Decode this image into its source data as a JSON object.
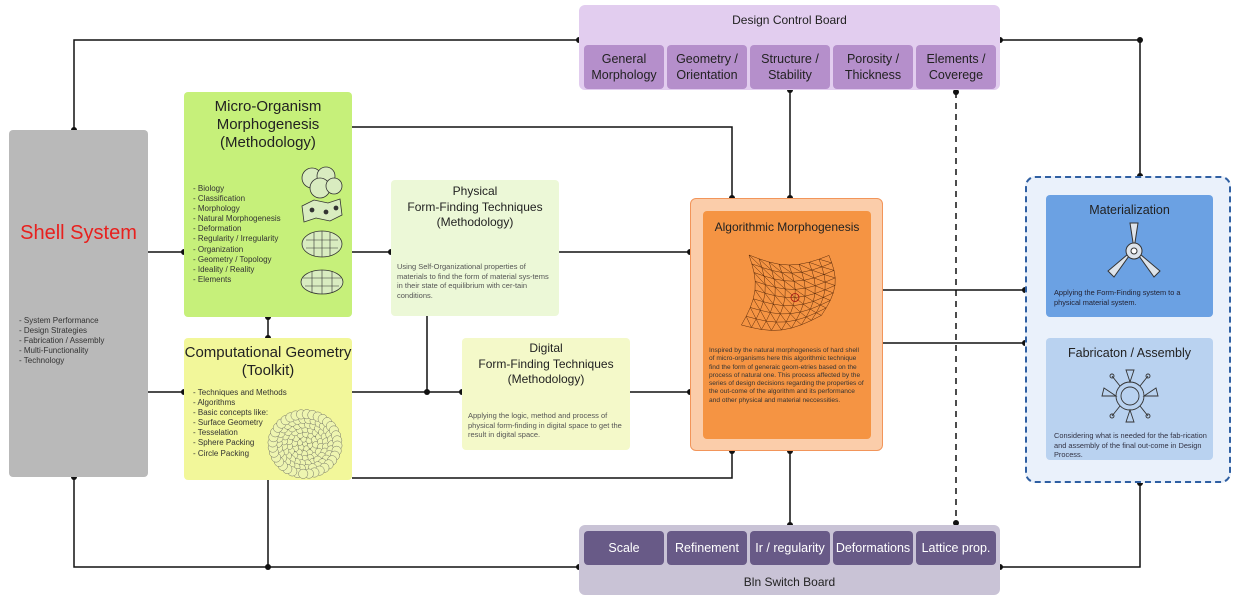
{
  "design_control_board": {
    "title": "Design Control Board",
    "items": [
      "General\nMorphology",
      "Geometry /\nOrientation",
      "Structure /\nStability",
      "Porosity /\nThickness",
      "Elements /\nCoverege"
    ]
  },
  "switch_board": {
    "title": "Bln Switch Board",
    "items": [
      "Scale",
      "Refinement",
      "Ir / regularity",
      "Deformations",
      "Lattice prop."
    ]
  },
  "shell_system": {
    "title": "Shell System",
    "items": [
      "- System Performance",
      "- Design Strategies",
      "- Fabrication / Assembly",
      "- Multi-Functionality",
      "- Technology"
    ]
  },
  "micro_organism": {
    "title": "Micro-Organism\nMorphogenesis\n(Methodology)",
    "items": [
      "- Biology",
      "- Classification",
      "- Morphology",
      "- Natural Morphogenesis",
      "- Deformation",
      "- Regularity / Irregularity",
      "- Organization",
      "- Geometry / Topology",
      "- Ideality / Reality",
      "- Elements"
    ]
  },
  "computational_geometry": {
    "title": "Computational Geometry\n(Toolkit)",
    "items": [
      "- Techniques and Methods",
      "- Algorithms",
      "- Basic concepts like:",
      "- Surface Geometry",
      "- Tesselation",
      "- Sphere Packing",
      "- Circle Packing"
    ]
  },
  "physical_form_finding": {
    "title": "Physical\nForm-Finding Techniques\n(Methodology)",
    "description": "Using Self-Organizational properties of materials to find the form of material sys-tems in their state of equilibrium with cer-tain conditions."
  },
  "digital_form_finding": {
    "title": "Digital\nForm-Finding Techniques\n(Methodology)",
    "description": "Applying the logic, method and process of physical form-finding in digital space to get the result in digital space."
  },
  "algorithmic_morphogenesis": {
    "title": "Algorithmic Morphogenesis",
    "description": "Inspired by the natural morphogenesis of hard shell of micro-organisms here this algorithmic technique find the form of generaic geom-etries based on the process of natural one. This process affected by the series of design decisions regarding the properties of the out-come of the algorithm and its performance and other physical and material neccessities."
  },
  "materialization": {
    "title": "Materialization",
    "description": "Applying the Form-Finding system to a physical material system."
  },
  "fabrication": {
    "title": "Fabricaton / Assembly",
    "description": "Considering what is needed for the fab-rication and assembly of the final out-come in Design Process."
  },
  "colors": {
    "shell_title": "#e8201e",
    "micro": "#c6f07a",
    "computational": "#f2f79a",
    "algorithmic": "#f59443",
    "materialization": "#6ba1e3",
    "fabrication": "#b9d2f0",
    "control_board": "#e2cdef",
    "switch_board": "#685a87",
    "group_border": "#2f5fa2"
  }
}
